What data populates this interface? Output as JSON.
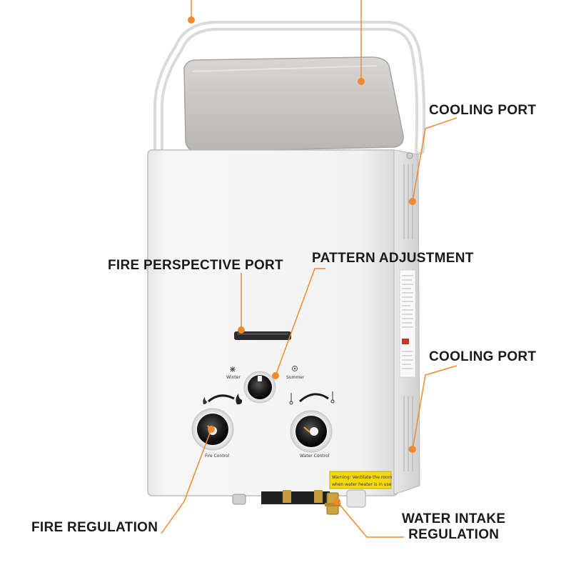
{
  "labels": {
    "cooling_port_top": "COOLING PORT",
    "cooling_port_bottom": "COOLING PORT",
    "fire_perspective_port": "FIRE PERSPECTIVE PORT",
    "pattern_adjustment": "PATTERN ADJUSTMENT",
    "fire_regulation": "FIRE REGULATION",
    "water_intake_line1": "WATER INTAKE",
    "water_intake_line2": "REGULATION"
  },
  "panel_text": {
    "winter": "Winter",
    "summer": "Summer",
    "fire_control": "Fire Control",
    "water_control": "Water Control",
    "warning_line1": "Warning: Ventilate the room",
    "warning_line2": "when water heater is in use"
  },
  "colors": {
    "accent": "#f08a2c",
    "body": "#f3f3f3",
    "knob": "#1c1c1c",
    "warning_bg": "#f5d90a"
  },
  "icons": [
    "handle",
    "lid",
    "knob",
    "flame-icon",
    "thermometer-icon",
    "snowflake-icon",
    "sun-icon"
  ]
}
